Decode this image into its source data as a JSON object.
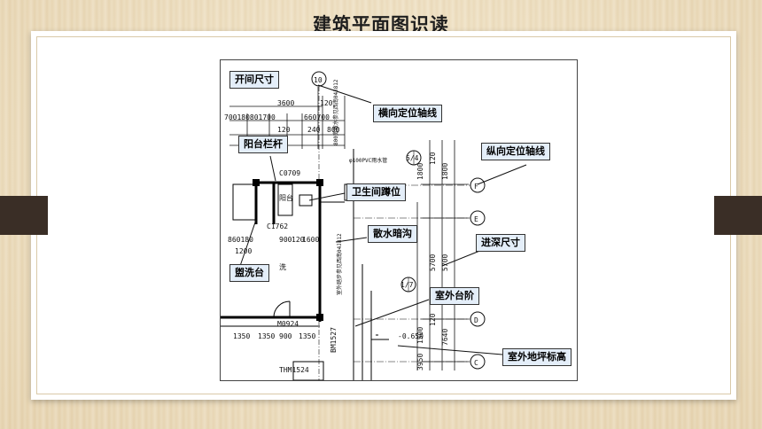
{
  "slide": {
    "title": "建筑平面图识读"
  },
  "callouts": {
    "bay_size": "开间尺寸",
    "horizontal_axis": "横向定位轴线",
    "balcony_railing": "阳台栏杆",
    "longitudinal_axis": "纵向定位轴线",
    "toilet_squat": "卫生间蹲位",
    "drainage_ditch": "散水暗沟",
    "depth_size": "进深尺寸",
    "washbasin": "盥洗台",
    "outdoor_steps": "室外台阶",
    "outdoor_ground_elevation": "室外地坪标高"
  },
  "drawing": {
    "axis_10": "10",
    "axis_F": "F",
    "axis_E": "E",
    "axis_D": "D",
    "axis_C": "C",
    "axis_5_4": "5/4",
    "axis_1_7": "1/7",
    "dim_3600": "3600",
    "dim_120_top": "120",
    "dim_row2": "700180801700",
    "dim_660700": "660700",
    "dim_120b": "120",
    "dim_240": "240",
    "dim_800": "800",
    "door_c1762": "C1762",
    "dim_row_mid": "860180",
    "dim_900": "900",
    "dim_120c": "120",
    "dim_1600": "1600",
    "dim_1200": "1200",
    "door_m0924": "M0924",
    "bottom_dims": [
      "1350",
      "1350",
      "900",
      "1350"
    ],
    "elev": "-0.650",
    "door_thm": "THM1524",
    "bm_label": "BM1527",
    "vdims": [
      "1800",
      "120",
      "1800",
      "5700",
      "5700",
      "120",
      "1500",
      "7640",
      "3950"
    ],
    "note_top": "800宽散水参见西南04J812",
    "note_pipe": "φ100PVC雨水管",
    "note_steps": "室外踏步参见西南04J812",
    "label_balcony": "阳台",
    "label_c0709": "C0709",
    "label_wash": "洗"
  }
}
